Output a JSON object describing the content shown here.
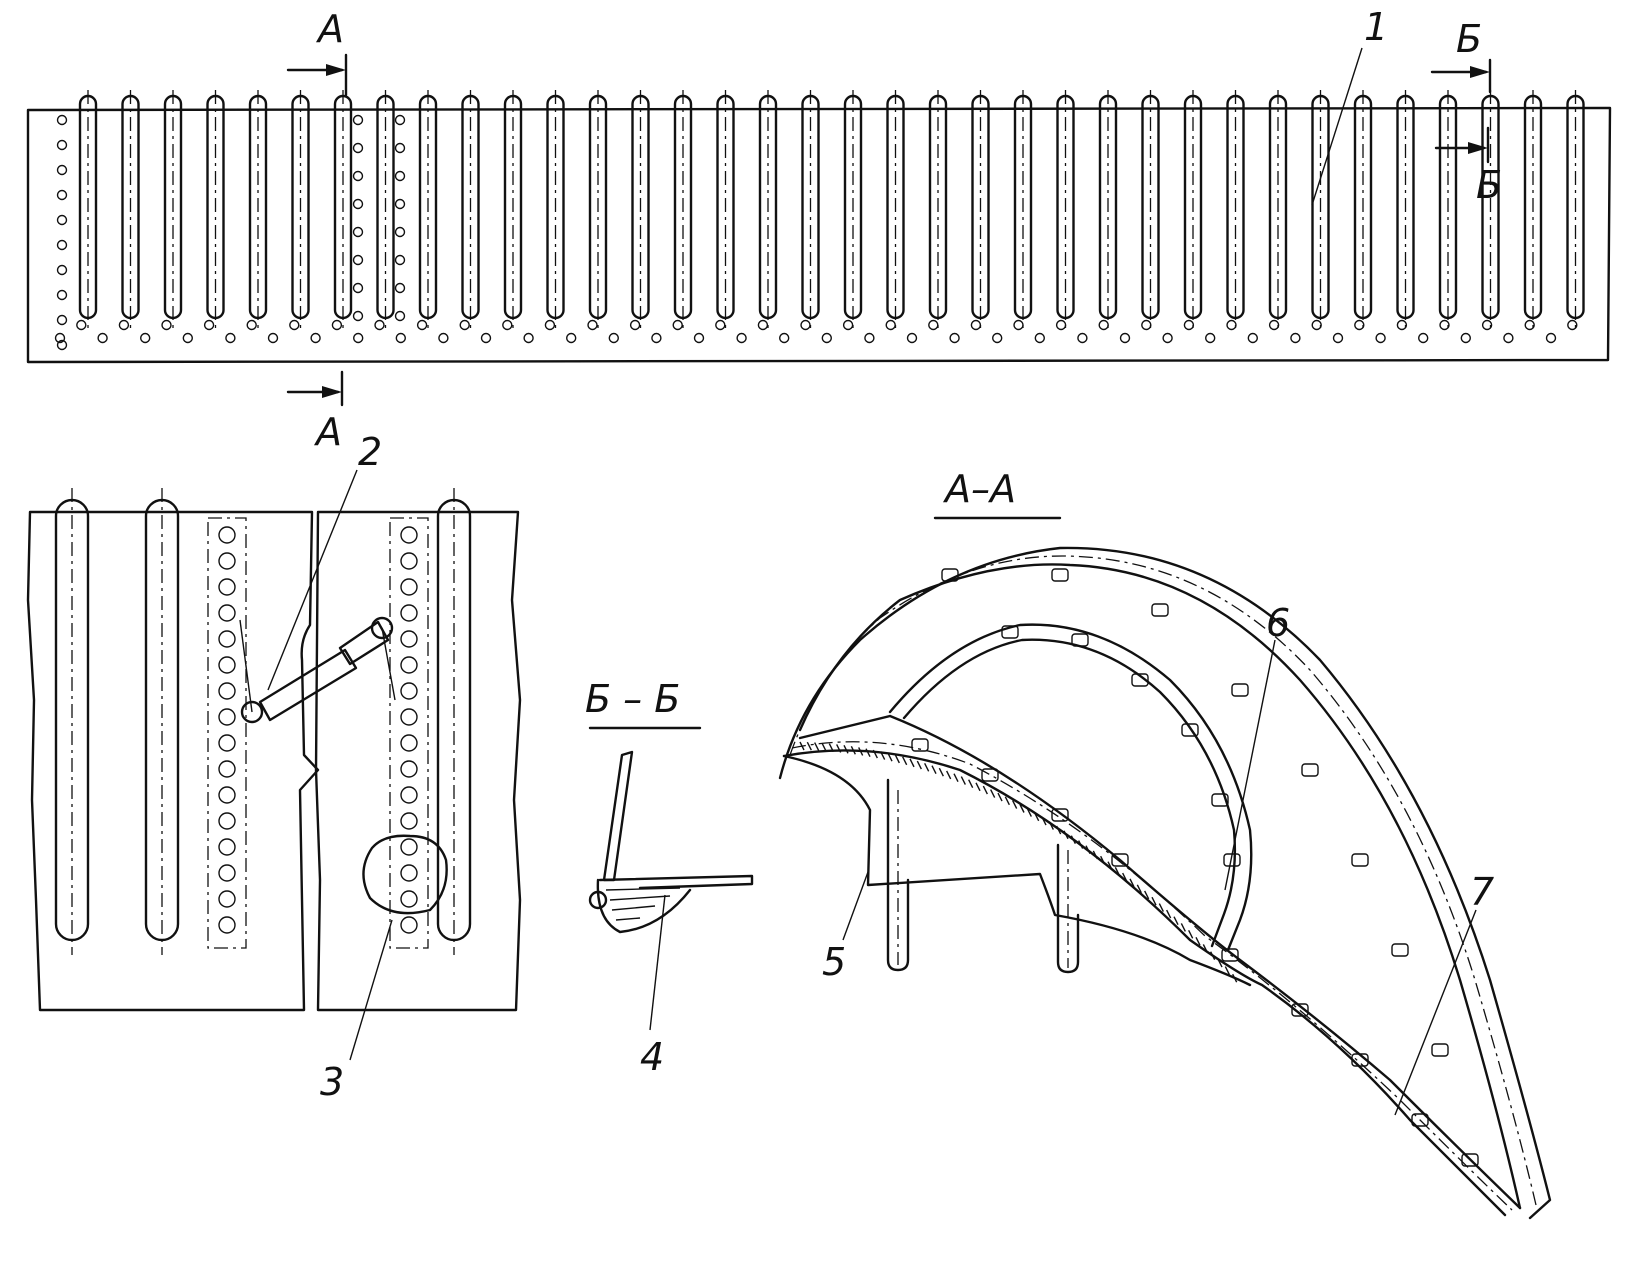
{
  "figure": {
    "labels": {
      "section_a_top": "А",
      "section_a_bottom": "А",
      "section_b_top": "Б",
      "section_b_bottom": "Б",
      "view_a_a": "А–А",
      "view_b_b": "Б – Б",
      "callout_1": "1",
      "callout_2": "2",
      "callout_3": "3",
      "callout_4": "4",
      "callout_5": "5",
      "callout_6": "6",
      "callout_7": "7"
    },
    "colors": {
      "line": "#111111",
      "background": "#ffffff"
    }
  }
}
